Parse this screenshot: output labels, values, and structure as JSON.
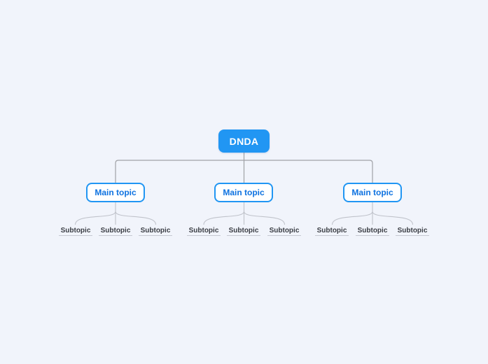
{
  "app": {
    "background_color": "#F1F4FB"
  },
  "mindmap": {
    "root": {
      "label": "DNDA",
      "fill_color": "#2196F3",
      "text_color": "#FFFFFF"
    },
    "main_topic_border_color": "#2196F3",
    "main_topic_text_color": "#0E72E0",
    "subtopic_text_color": "#3A3D44",
    "subtopic_underline_color": "#C6C9D1",
    "connector_color_primary": "#A0A1A6",
    "connector_color_secondary": "#C0C3CB",
    "main_topics": [
      {
        "label": "Main topic",
        "subtopics": [
          "Subtopic",
          "Subtopic",
          "Subtopic"
        ]
      },
      {
        "label": "Main topic",
        "subtopics": [
          "Subtopic",
          "Subtopic",
          "Subtopic"
        ]
      },
      {
        "label": "Main topic",
        "subtopics": [
          "Subtopic",
          "Subtopic",
          "Subtopic"
        ]
      }
    ]
  }
}
